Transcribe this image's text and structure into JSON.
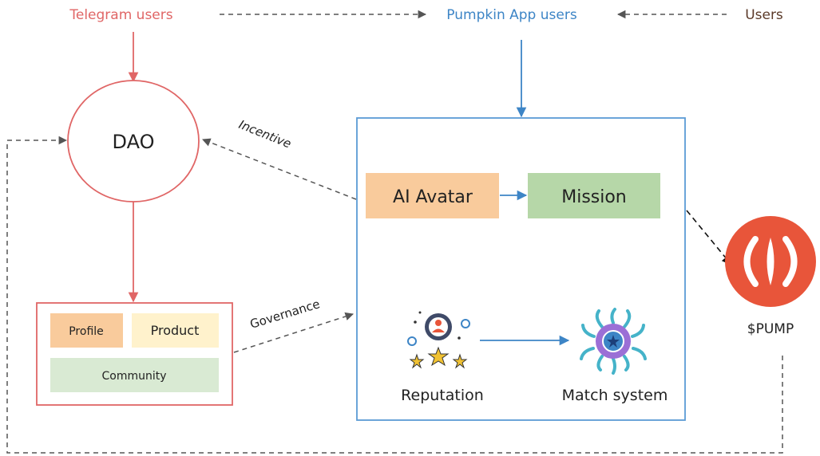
{
  "labels": {
    "telegram_users": "Telegram users",
    "pumpkin_app_users": "Pumpkin App users",
    "users": "Users",
    "dao": "DAO",
    "incentive": "Incentive",
    "governance": "Governance",
    "profile": "Profile",
    "product": "Product",
    "community": "Community",
    "ai_avatar": "AI Avatar",
    "mission": "Mission",
    "reputation": "Reputation",
    "match_system": "Match system",
    "pump": "$PUMP"
  },
  "colors": {
    "telegram_red": "#e06666",
    "app_blue": "#3d85c6",
    "users_brown": "#5b3a29",
    "box_red": "#e06666",
    "box_blue": "#5b9bd5",
    "dashed_gray": "#555555",
    "profile_fill": "#f9cb9c",
    "product_fill": "#fff2cc",
    "community_fill": "#d9ead3",
    "avatar_fill": "#f9cb9c",
    "mission_fill": "#b6d7a8",
    "pump_fill": "#e8553a",
    "star": "#f1c232",
    "tentacle": "#45b3c9",
    "flower": "#9b6fd6"
  },
  "icons": [
    "reputation-icon",
    "match-system-icon",
    "pump-logo-icon"
  ]
}
